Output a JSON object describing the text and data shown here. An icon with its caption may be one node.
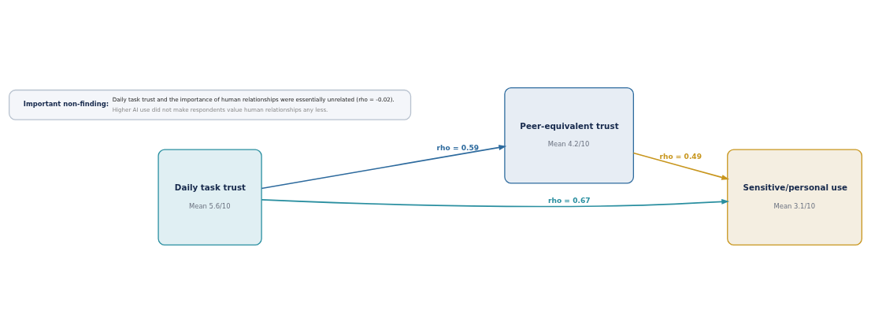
{
  "diagram": {
    "nodes": [
      {
        "text": [
          "Daily task trust",
          "Mean 5.6/10"
        ]
      },
      {
        "text": [
          "Peer-equivalent trust",
          "Mean 4.2/10"
        ]
      },
      {
        "text": [
          "Sensitive/personal use",
          "Mean 3.1/10"
        ]
      },
      {
        "text": [
          "Important non-finding:",
          "Daily task trust and the importance of human relationships were essentially unrelated (rho = -0.02).",
          "Higher AI use did not make respondents value human relationships any less."
        ]
      }
    ],
    "edges": [
      {
        "from": 0,
        "to": 1,
        "arrow": "to",
        "label": "rho = 0.59",
        "color": "#2e6b9e"
      },
      {
        "from": 1,
        "to": 2,
        "arrow": "to",
        "label": "rho = 0.49",
        "color": "#c8961e"
      },
      {
        "from": 0,
        "to": 2,
        "arrow": "to",
        "label": "rho = 0.67",
        "color": "#2a8fa0"
      }
    ]
  }
}
